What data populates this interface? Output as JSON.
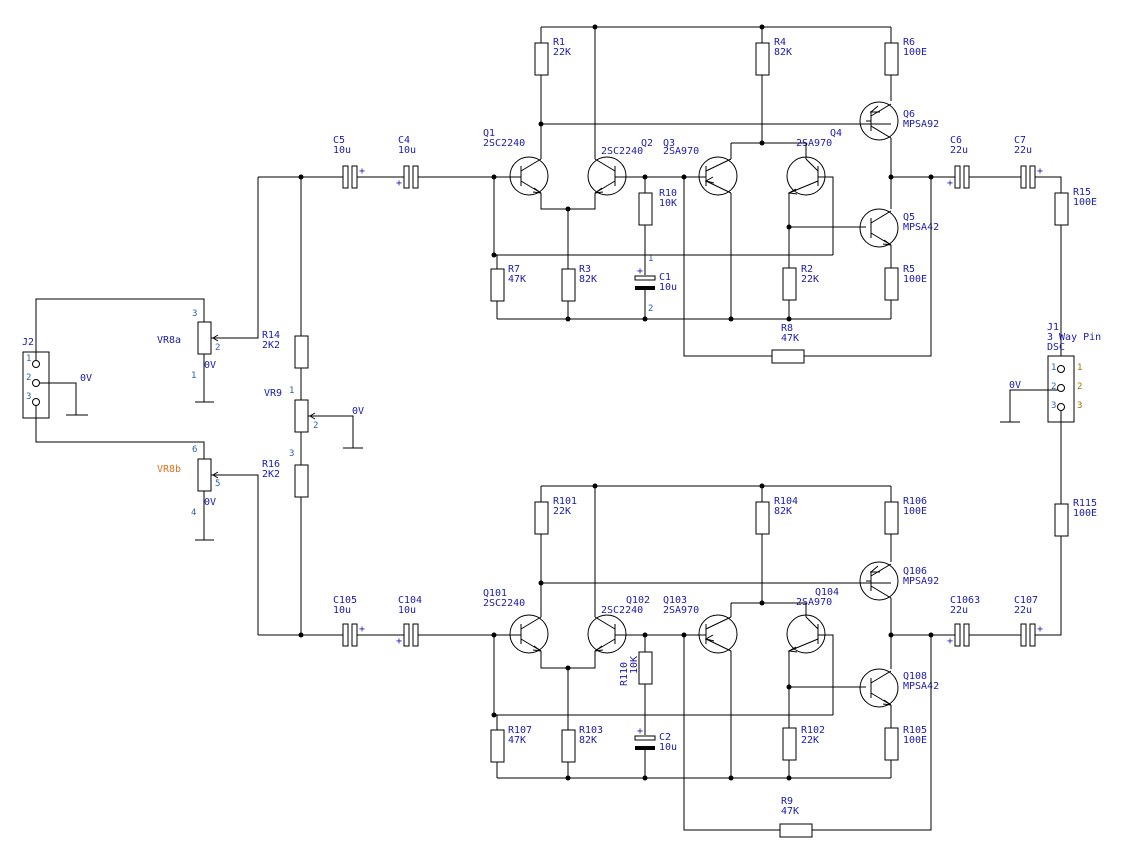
{
  "components": {
    "J2": {
      "ref": "J2",
      "pins": [
        "1",
        "2",
        "3"
      ]
    },
    "J1": {
      "ref": "J1",
      "value": "3 Way Pin",
      "value2": "DSC",
      "pins": [
        "1",
        "2",
        "3"
      ]
    },
    "VR8a": {
      "ref": "VR8a",
      "value": "0V",
      "pins": [
        "3",
        "2",
        "1"
      ]
    },
    "VR8b": {
      "ref": "VR8b",
      "value": "0V",
      "pins": [
        "6",
        "5",
        "4"
      ]
    },
    "VR9": {
      "ref": "VR9",
      "pins": [
        "1",
        "2",
        "3"
      ]
    },
    "R14": {
      "ref": "R14",
      "value": "2K2"
    },
    "R16": {
      "ref": "R16",
      "value": "2K2"
    },
    "C5": {
      "ref": "C5",
      "value": "10u"
    },
    "C4": {
      "ref": "C4",
      "value": "10u"
    },
    "C6": {
      "ref": "C6",
      "value": "22u"
    },
    "C7": {
      "ref": "C7",
      "value": "22u"
    },
    "C1": {
      "ref": "C1",
      "value": "10u",
      "pins": [
        "1",
        "2"
      ]
    },
    "C105": {
      "ref": "C105",
      "value": "10u"
    },
    "C104": {
      "ref": "C104",
      "value": "10u"
    },
    "C1063": {
      "ref": "C1063",
      "value": "22u"
    },
    "C107": {
      "ref": "C107",
      "value": "22u"
    },
    "C2": {
      "ref": "C2",
      "value": "10u"
    },
    "R1": {
      "ref": "R1",
      "value": "22K"
    },
    "R4": {
      "ref": "R4",
      "value": "82K"
    },
    "R6": {
      "ref": "R6",
      "value": "100E"
    },
    "R10": {
      "ref": "R10",
      "value": "10K"
    },
    "R7": {
      "ref": "R7",
      "value": "47K"
    },
    "R3": {
      "ref": "R3",
      "value": "82K"
    },
    "R2": {
      "ref": "R2",
      "value": "22K"
    },
    "R5": {
      "ref": "R5",
      "value": "100E"
    },
    "R8": {
      "ref": "R8",
      "value": "47K"
    },
    "R15": {
      "ref": "R15",
      "value": "100E"
    },
    "R115": {
      "ref": "R115",
      "value": "100E"
    },
    "R101": {
      "ref": "R101",
      "value": "22K"
    },
    "R104": {
      "ref": "R104",
      "value": "82K"
    },
    "R106": {
      "ref": "R106",
      "value": "100E"
    },
    "R110": {
      "ref": "R110",
      "value": "10K"
    },
    "R107": {
      "ref": "R107",
      "value": "47K"
    },
    "R103": {
      "ref": "R103",
      "value": "82K"
    },
    "R102": {
      "ref": "R102",
      "value": "22K"
    },
    "R105": {
      "ref": "R105",
      "value": "100E"
    },
    "R9": {
      "ref": "R9",
      "value": "47K"
    },
    "Q1": {
      "ref": "Q1",
      "value": "2SC2240"
    },
    "Q2": {
      "ref": "Q2",
      "value": "2SC2240"
    },
    "Q3": {
      "ref": "Q3",
      "value": "2SA970"
    },
    "Q4": {
      "ref": "Q4",
      "value": "2SA970"
    },
    "Q5": {
      "ref": "Q5",
      "value": "MPSA42"
    },
    "Q6": {
      "ref": "Q6",
      "value": "MPSA92"
    },
    "Q101": {
      "ref": "Q101",
      "value": "2SC2240"
    },
    "Q102": {
      "ref": "Q102",
      "value": "2SC2240"
    },
    "Q103": {
      "ref": "Q103",
      "value": "2SA970"
    },
    "Q104": {
      "ref": "Q104",
      "value": "2SA970"
    },
    "Q106": {
      "ref": "Q106",
      "value": "MPSA92"
    },
    "Q108": {
      "ref": "Q108",
      "value": "MPSA42"
    }
  },
  "nets": {
    "ground": "0V"
  },
  "polarity": {
    "plus": "+"
  }
}
